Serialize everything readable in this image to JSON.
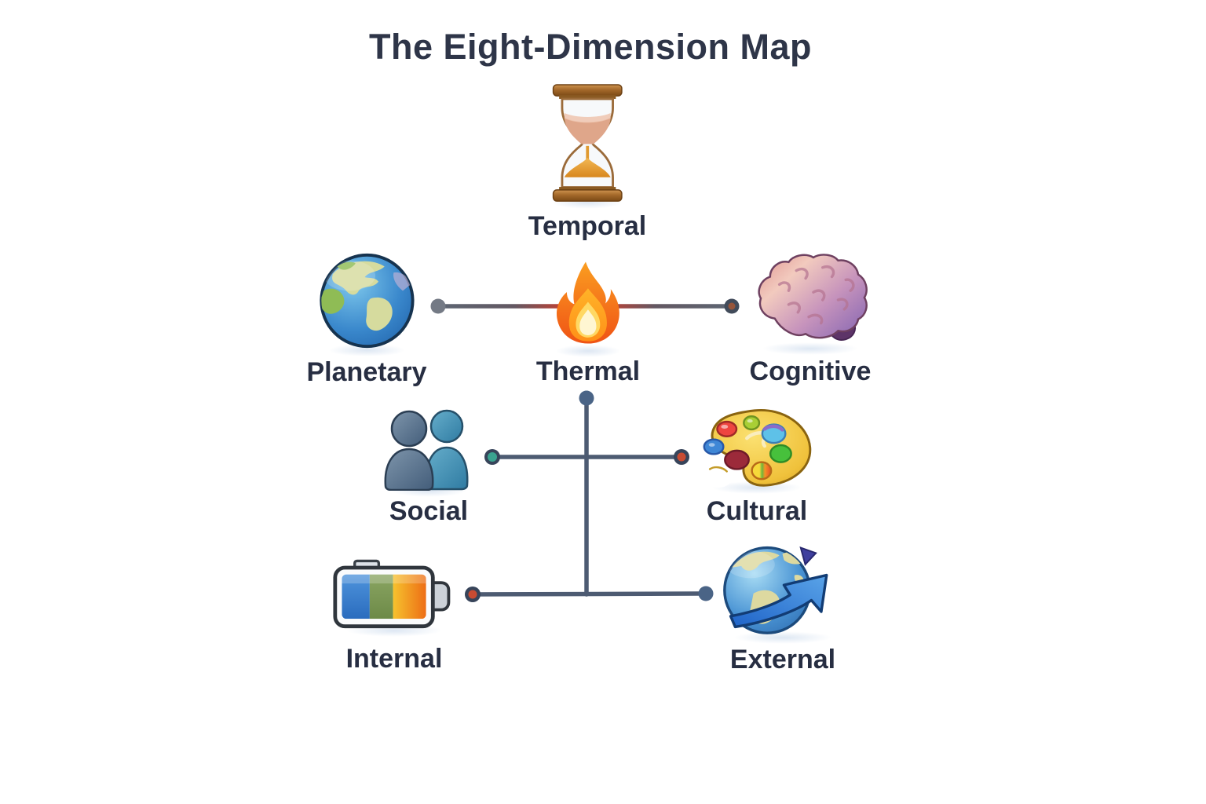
{
  "title": "The Eight-Dimension Map",
  "diagram": {
    "nodes": [
      {
        "id": "temporal",
        "label": "Temporal",
        "icon": "hourglass-icon"
      },
      {
        "id": "planetary",
        "label": "Planetary",
        "icon": "globe-icon"
      },
      {
        "id": "thermal",
        "label": "Thermal",
        "icon": "fire-icon"
      },
      {
        "id": "cognitive",
        "label": "Cognitive",
        "icon": "brain-icon"
      },
      {
        "id": "social",
        "label": "Social",
        "icon": "people-icon"
      },
      {
        "id": "cultural",
        "label": "Cultural",
        "icon": "palette-icon"
      },
      {
        "id": "internal",
        "label": "Internal",
        "icon": "battery-icon"
      },
      {
        "id": "external",
        "label": "External",
        "icon": "globe-arrow-icon"
      }
    ],
    "connections": [
      {
        "from": "Planetary",
        "to": "Cognitive",
        "via": "Thermal"
      },
      {
        "from": "Social",
        "to": "Cultural"
      },
      {
        "from": "Internal",
        "to": "External"
      },
      {
        "from": "Thermal",
        "to": "Internal-External axis"
      }
    ],
    "colors": {
      "background": "#ffffff",
      "title_text": "#2e3548",
      "label_text": "#272e42",
      "connector_line": "#4d5b72",
      "dot_red": "#c84b32",
      "dot_teal": "#3aa390",
      "dot_slate_blue": "#4a6486",
      "dot_gray": "#747a85",
      "thermal_glow": "#d85038"
    }
  }
}
